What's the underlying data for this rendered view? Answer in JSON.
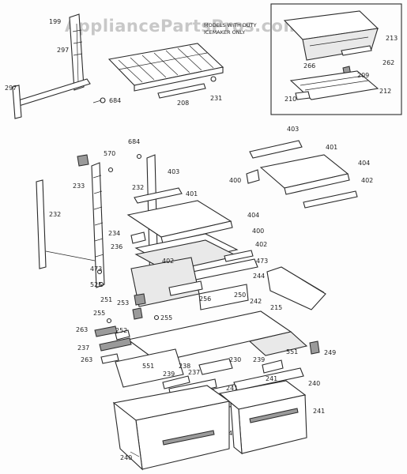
{
  "watermark": "AppliancePartsPros.com",
  "inset_note": [
    "MODELS WITH DUTY",
    "ICEMAKER ONLY"
  ],
  "labels": {
    "l199": "199",
    "l297a": "297",
    "l297b": "297",
    "l684a": "684",
    "l208": "208",
    "l231": "231",
    "l213": "213",
    "l266": "266",
    "l262": "262",
    "l209": "209",
    "l210": "210",
    "l212": "212",
    "l403a": "403",
    "l401a": "401",
    "l404a": "404",
    "l400a": "400",
    "l402a": "402",
    "l684b": "684",
    "l570": "570",
    "l233": "233",
    "l232a": "232",
    "l403b": "403",
    "l401b": "401",
    "l232b": "232",
    "l404b": "404",
    "l234": "234",
    "l400b": "400",
    "l236": "236",
    "l402b": "402",
    "l402c": "402",
    "l473a": "473",
    "l473b": "473",
    "l244": "244",
    "l525": "525",
    "l251": "251",
    "l256": "256",
    "l250": "250",
    "l215": "215",
    "l253": "253",
    "l255a": "255",
    "l255b": "255",
    "l242": "242",
    "l263a": "263",
    "l252": "252",
    "l237a": "237",
    "l263b": "263",
    "l551a": "551",
    "l239a": "239",
    "l238": "238",
    "l237b": "237",
    "l230": "230",
    "l239b": "239",
    "l551b": "551",
    "l249": "249",
    "l241a": "241",
    "l241b": "241",
    "l240a": "240",
    "l241c": "241",
    "l241d": "241",
    "l240b": "240"
  }
}
